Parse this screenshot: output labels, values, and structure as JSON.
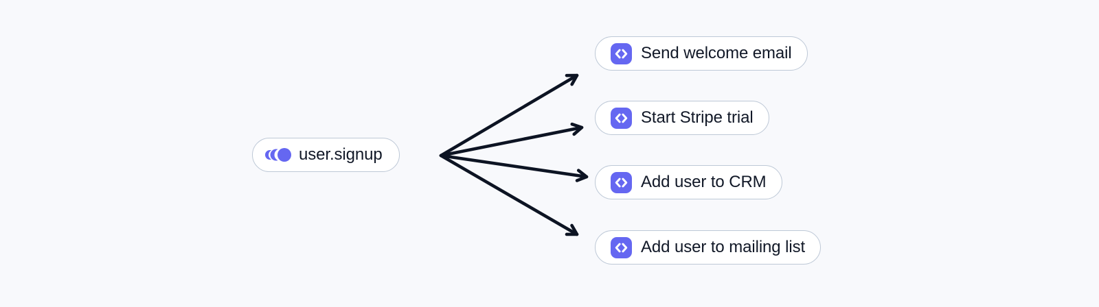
{
  "app": {
    "colors": {
      "background": "#f8f9fc",
      "pill_background": "#ffffff",
      "pill_border": "#bdc8d6",
      "text": "#111827",
      "accent_purple": "#6567f1",
      "arrow": "#0d1423"
    }
  },
  "diagram": {
    "type": "fan-out-event-workflow",
    "source": {
      "label": "user.signup",
      "icon": "event-ripple-icon",
      "role": "event trigger"
    },
    "targets": [
      {
        "label": "Send welcome email",
        "icon": "code-function-icon"
      },
      {
        "label": "Start Stripe trial",
        "icon": "code-function-icon"
      },
      {
        "label": "Add user to CRM",
        "icon": "code-function-icon"
      },
      {
        "label": "Add user to mailing list",
        "icon": "code-function-icon"
      }
    ],
    "edges": [
      {
        "from": "user.signup",
        "to": "Send welcome email"
      },
      {
        "from": "user.signup",
        "to": "Start Stripe trial"
      },
      {
        "from": "user.signup",
        "to": "Add user to CRM"
      },
      {
        "from": "user.signup",
        "to": "Add user to mailing list"
      }
    ]
  }
}
